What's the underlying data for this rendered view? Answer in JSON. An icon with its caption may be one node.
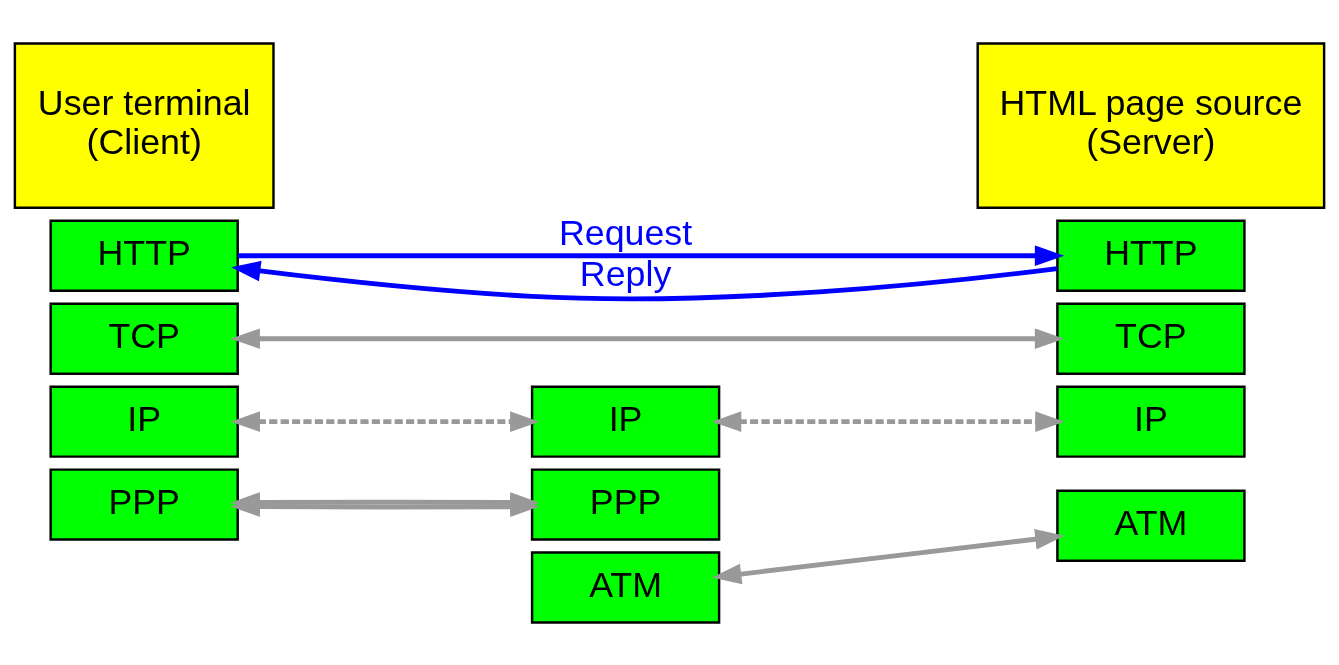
{
  "diagram": {
    "nodes": [
      {
        "text": [
          "User terminal",
          "(Client)"
        ]
      },
      {
        "text": [
          "HTML page source",
          "(Server)"
        ]
      },
      {
        "text": [
          "HTTP"
        ]
      },
      {
        "text": [
          "TCP"
        ]
      },
      {
        "text": [
          "IP"
        ]
      },
      {
        "text": [
          "PPP"
        ]
      },
      {
        "text": [
          "IP"
        ]
      },
      {
        "text": [
          "PPP"
        ]
      },
      {
        "text": [
          "ATM"
        ]
      },
      {
        "text": [
          "HTTP"
        ]
      },
      {
        "text": [
          "TCP"
        ]
      },
      {
        "text": [
          "IP"
        ]
      },
      {
        "text": [
          "ATM"
        ]
      }
    ],
    "edges": [
      {
        "from": 2,
        "to": 9,
        "arrow": "to",
        "label": "Request",
        "color": "#0000ff"
      },
      {
        "from": 9,
        "to": 2,
        "arrow": "to",
        "label": "Reply",
        "color": "#0000ff"
      },
      {
        "from": 3,
        "to": 10,
        "arrow": "both"
      },
      {
        "from": 4,
        "to": 6,
        "arrow": "both",
        "style": "dashed"
      },
      {
        "from": 6,
        "to": 11,
        "arrow": "both",
        "style": "dashed"
      },
      {
        "from": 5,
        "to": 7,
        "arrow": "both"
      },
      {
        "from": 5,
        "to": 7,
        "arrow": "both"
      },
      {
        "from": 8,
        "to": 12,
        "arrow": "both"
      }
    ]
  }
}
